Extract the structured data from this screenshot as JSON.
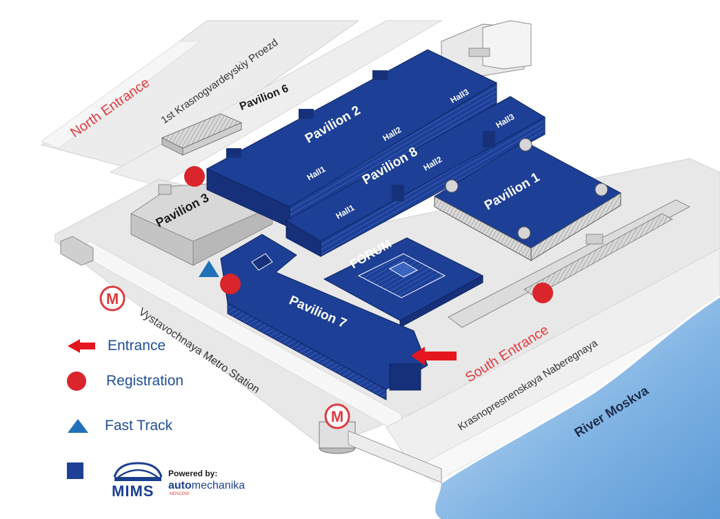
{
  "map": {
    "streets": {
      "proezd": "1st Krasnogvardeyskiy Proezd",
      "metro_station": "Vystavochnaya Metro Station",
      "naberegnaya": "Krasnopresnenskaya Naberegnaya",
      "river": "River Moskva"
    },
    "entrances": {
      "north": "North Entrance",
      "south": "South Entrance"
    },
    "buildings": {
      "pavilion1": "Pavilion 1",
      "pavilion2": "Pavilion 2",
      "pavilion3": "Pavilion 3",
      "pavilion6": "Pavilion 6",
      "pavilion7": "Pavilion 7",
      "pavilion8": "Pavilion 8",
      "forum": "FORUM"
    },
    "halls": {
      "p2_hall1": "Hall1",
      "p2_hall2": "Hall2",
      "p2_hall3": "Hall3",
      "p8_hall1": "Hall1",
      "p8_hall2": "Hall2",
      "p8_hall3": "Hall3"
    },
    "metro_symbol": "M"
  },
  "legend": {
    "entrance": "Entrance",
    "registration": "Registration",
    "fast_track": "Fast Track"
  },
  "logos": {
    "mims": "MIMS",
    "powered_by": "Powered by:",
    "automechanika_bold": "auto",
    "automechanika_rest": "mechanika",
    "automechanika_city": "MOSCOW"
  },
  "colors": {
    "pavilion_blue": "#1d3f96",
    "registration_red": "#d9252b",
    "entrance_red": "#e5161d",
    "fast_track_blue": "#1f72b8",
    "road_grey": "#e6e6e6",
    "river_blue": "#6aa6dc"
  },
  "icons": {
    "entrance": "left-arrow-icon",
    "registration": "red-circle-icon",
    "fast_track": "blue-triangle-icon",
    "pavilion": "blue-square-icon",
    "metro": "metro-m-icon"
  }
}
